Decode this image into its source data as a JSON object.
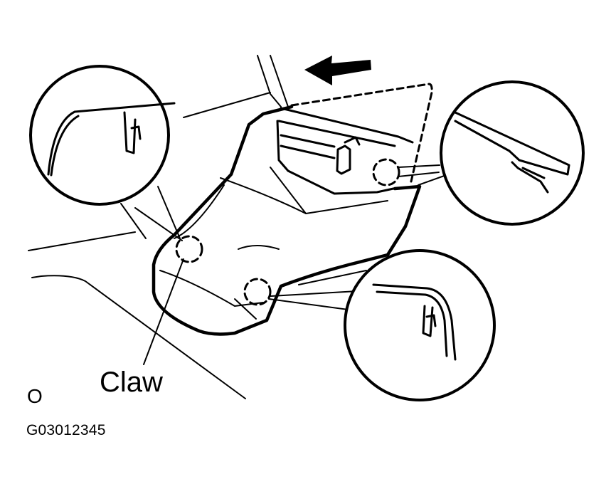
{
  "labels": {
    "claw": "Claw",
    "corner_mark": "O",
    "figure_code": "G03012345"
  },
  "colors": {
    "line": "#000000",
    "background": "#ffffff"
  },
  "icons": {
    "direction_arrow": "arrow-left-icon",
    "detail_callouts": [
      "magnified-detail-left",
      "magnified-detail-right",
      "magnified-detail-bottom"
    ]
  }
}
